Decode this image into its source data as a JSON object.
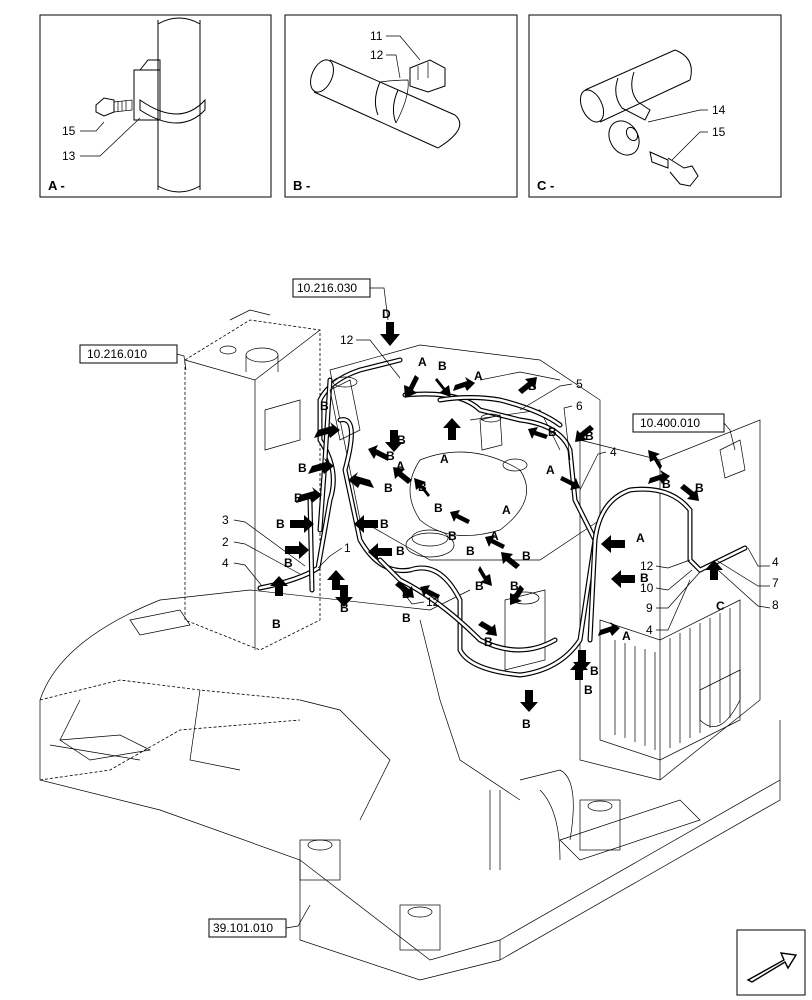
{
  "detail_views": [
    {
      "caption": "A -",
      "callouts": [
        "15",
        "13"
      ]
    },
    {
      "caption": "B -",
      "callouts": [
        "11",
        "12"
      ]
    },
    {
      "caption": "C -",
      "callouts": [
        "14",
        "15"
      ]
    }
  ],
  "main": {
    "view_label": "D",
    "references": [
      "10.216.030",
      "10.216.010",
      "10.400.010",
      "39.101.010"
    ],
    "callouts": [
      "12",
      "5",
      "6",
      "4",
      "3",
      "2",
      "4",
      "1",
      "12",
      "12",
      "10",
      "9",
      "4",
      "4",
      "7",
      "8"
    ],
    "clip_markers": {
      "a": "A",
      "b": "B",
      "c": "C"
    }
  },
  "nav_icon": "next-page-arrow-icon"
}
